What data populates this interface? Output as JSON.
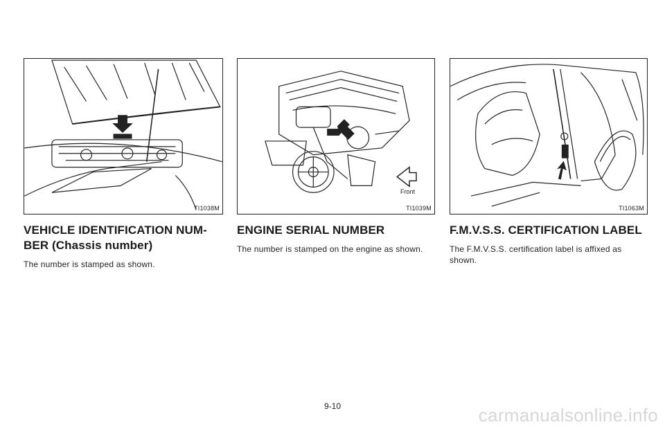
{
  "figures": [
    {
      "code": "TI1038M"
    },
    {
      "code": "TI1039M",
      "label": "Front"
    },
    {
      "code": "TI1063M"
    }
  ],
  "sections": [
    {
      "heading": "VEHICLE IDENTIFICATION NUM-BER (Chassis number)",
      "body": "The number is stamped as shown."
    },
    {
      "heading": "ENGINE SERIAL NUMBER",
      "body": "The number is stamped on the engine as shown."
    },
    {
      "heading": "F.M.V.S.S. CERTIFICATION LABEL",
      "body": "The F.M.V.S.S. certification label is affixed as shown."
    }
  ],
  "page_number": "9-10",
  "watermark": "carmanualsonline.info"
}
